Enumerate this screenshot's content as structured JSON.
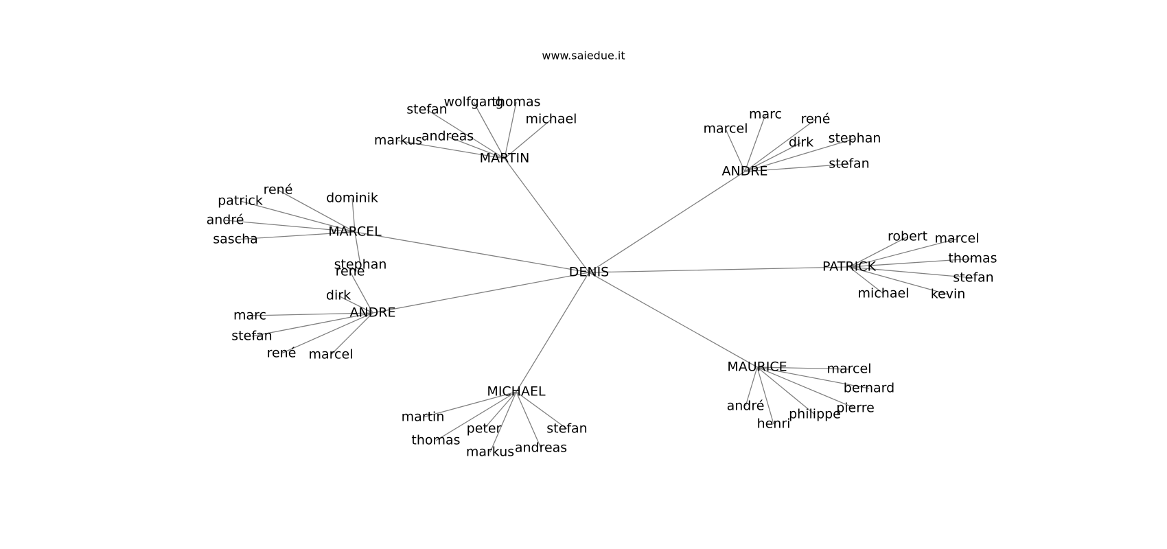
{
  "header": {
    "site": "www.saiedue.it"
  },
  "graph": {
    "root": "DENIS",
    "hubs": [
      {
        "id": "martin",
        "label": "MARTIN",
        "leaves": [
          "markus",
          "andreas",
          "stefan",
          "wolfgang",
          "thomas",
          "michael"
        ]
      },
      {
        "id": "andre1",
        "label": "ANDRE",
        "leaves": [
          "marcel",
          "marc",
          "rené",
          "dirk",
          "stephan",
          "stefan"
        ]
      },
      {
        "id": "marcel",
        "label": "MARCEL",
        "leaves": [
          "dominik",
          "rené",
          "patrick",
          "andré",
          "sascha",
          "stephan"
        ]
      },
      {
        "id": "patrick",
        "label": "PATRICK",
        "leaves": [
          "robert",
          "marcel",
          "thomas",
          "stefan",
          "kevin",
          "michael"
        ]
      },
      {
        "id": "andre2",
        "label": "ANDRE",
        "leaves": [
          "rene",
          "dirk",
          "marc",
          "stefan",
          "rené",
          "marcel"
        ]
      },
      {
        "id": "maurice",
        "label": "MAURICE",
        "leaves": [
          "marcel",
          "bernard",
          "pierre",
          "philippe",
          "henri",
          "andré"
        ]
      },
      {
        "id": "michael",
        "label": "MICHAEL",
        "leaves": [
          "martin",
          "thomas",
          "peter",
          "markus",
          "andreas",
          "stefan"
        ]
      }
    ]
  }
}
